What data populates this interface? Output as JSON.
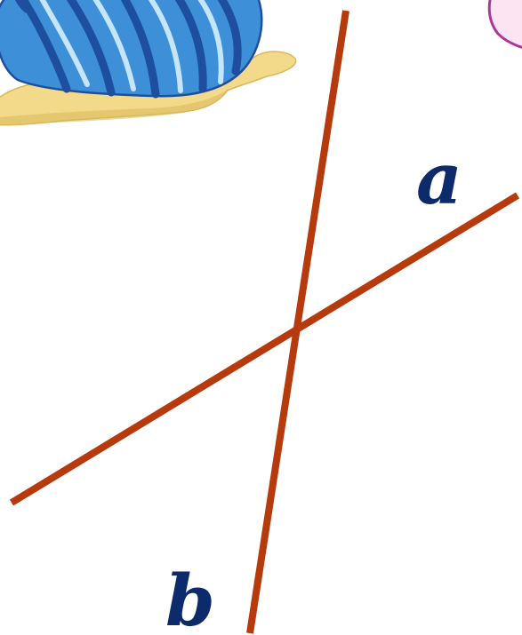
{
  "colors": {
    "line": "#b63a0c",
    "label": "#0d2a6b",
    "bubble_fill": "#fce4f3",
    "bubble_stroke": "#b0359a",
    "snail_shell": "#3d8fd8",
    "snail_shell_dark": "#1d4f9e",
    "snail_shell_light": "#c5e6fa",
    "snail_body": "#f3d98a",
    "snail_body_dark": "#d9b85a"
  },
  "icons": {
    "decoration": "snail-illustration",
    "corner_shape": "speech-bubble-fragment"
  },
  "lines": [
    {
      "id": "a",
      "label": "a"
    },
    {
      "id": "b",
      "label": "b"
    }
  ]
}
